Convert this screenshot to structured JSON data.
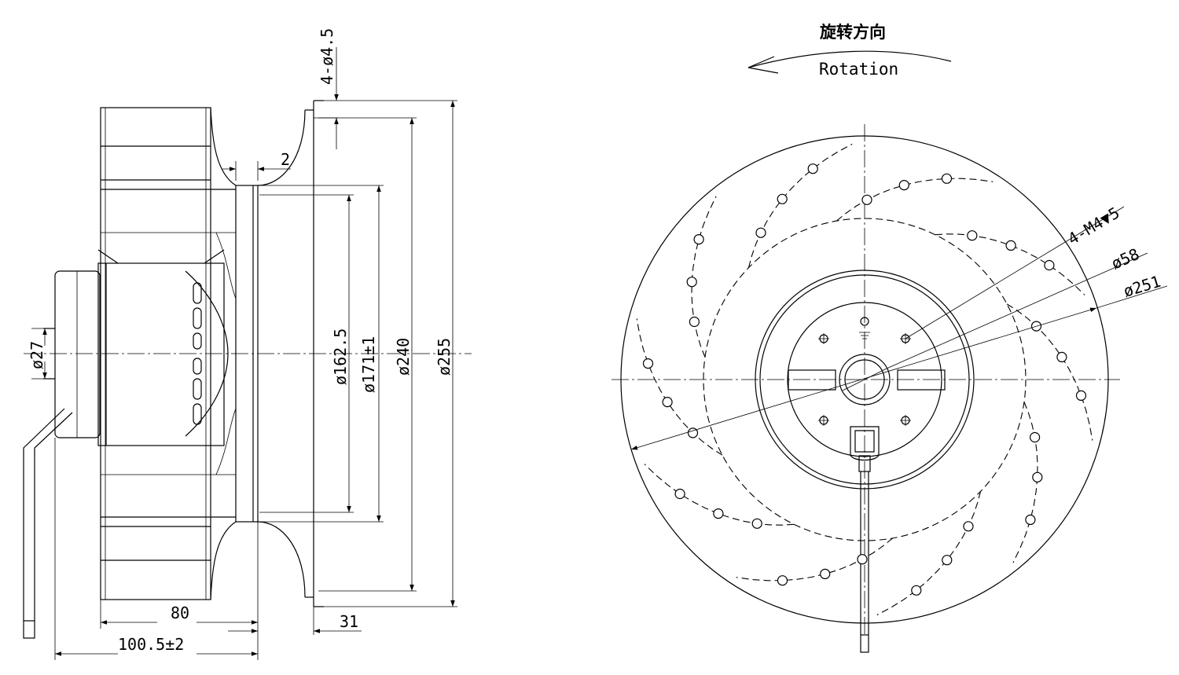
{
  "rotation": {
    "label_cn": "旋转方向",
    "label_en": "Rotation"
  },
  "side_view": {
    "dims": {
      "hole": "4-ø4.5",
      "flange_thickness": "2",
      "shaft_dia": "ø27",
      "d1": "ø162.5",
      "d2": "ø171±1",
      "d3": "ø240",
      "d4": "ø255",
      "depth_80": "80",
      "depth_total": "100.5±2",
      "inlet_31": "31"
    }
  },
  "front_view": {
    "dims": {
      "screw": "4-M4▼5",
      "d58": "ø58",
      "d251": "ø251"
    },
    "blade_count": 10
  }
}
